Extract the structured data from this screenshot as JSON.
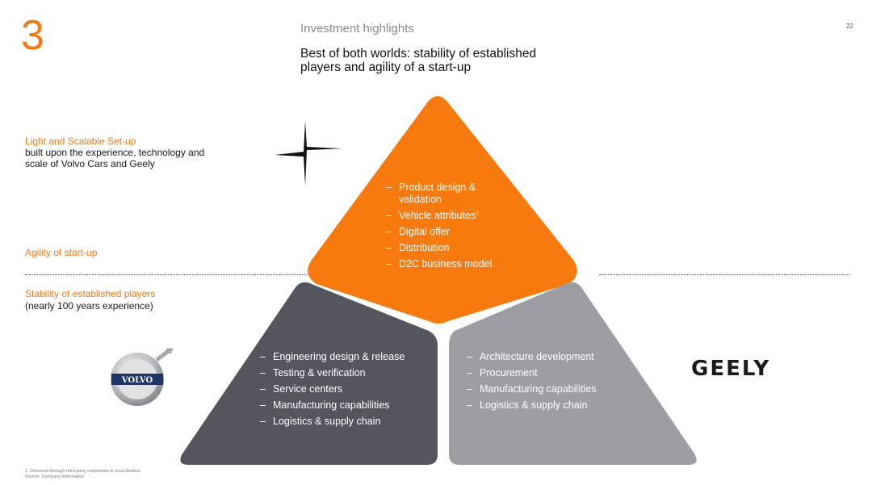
{
  "header": {
    "section_number": "3",
    "kicker": "Investment highlights",
    "title": "Best of both worlds: stability of established players and agility of a start-up",
    "page_number": "22"
  },
  "left_labels": {
    "setup_title": "Light and Scalable Set-up",
    "setup_desc": "built upon the experience, technology and scale of Volvo Cars and Geely",
    "agility": "Agility of start-up",
    "stability_title": "Stability of established players",
    "stability_desc": "(nearly 100 years experience)"
  },
  "pyramid": {
    "colors": {
      "top": "#f77a0f",
      "left": "#53565d",
      "right": "#9c9ea3"
    },
    "top_items": [
      "Product design & validation",
      "Vehicle attributes",
      "Digital offer",
      "Distribution",
      "D2C business model"
    ],
    "top_item_superscript": "1",
    "left_items": [
      "Engineering design & release",
      "Testing & verification",
      "Service centers",
      "Manufacturing capabilities",
      "Logistics & supply chain"
    ],
    "right_items": [
      "Architecture development",
      "Procurement",
      "Manufacturing capabilities",
      "Logistics & supply chain"
    ]
  },
  "logos": {
    "polestar": "polestar-logo",
    "volvo": "VOLVO",
    "geely": "GEELY"
  },
  "footnote": {
    "line1": "1.  Delivered through third party companies or local dealers",
    "line2": "Source: Company information"
  }
}
